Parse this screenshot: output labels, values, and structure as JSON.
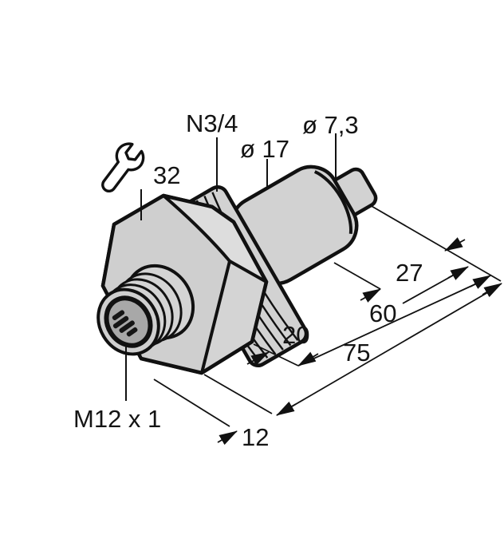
{
  "figure": {
    "type": "technical-dimension-drawing",
    "subject": "flow-sensor with hex body, pipe thread and M12 connector",
    "background_color": "#ffffff",
    "line_color": "#111111",
    "body_fill": "#d4d4d4",
    "front_face_fill": "#cfcfcf",
    "top_face_fill": "#dddddd",
    "connector_face_fill": "#a8a8a8",
    "icons": {
      "wrench": "open-end-wrench-icon"
    },
    "labels": {
      "process_thread": "N3/4",
      "body_diameter": "ø 17",
      "tip_diameter": "ø 7,3",
      "wrench_size": "32",
      "connector_thread": "M12 x 1",
      "dim_tip_length": "27",
      "dim_immersion_length": "60",
      "dim_total_length": "75",
      "dim_thread_length": "20",
      "dim_hex_depth": "12"
    }
  }
}
